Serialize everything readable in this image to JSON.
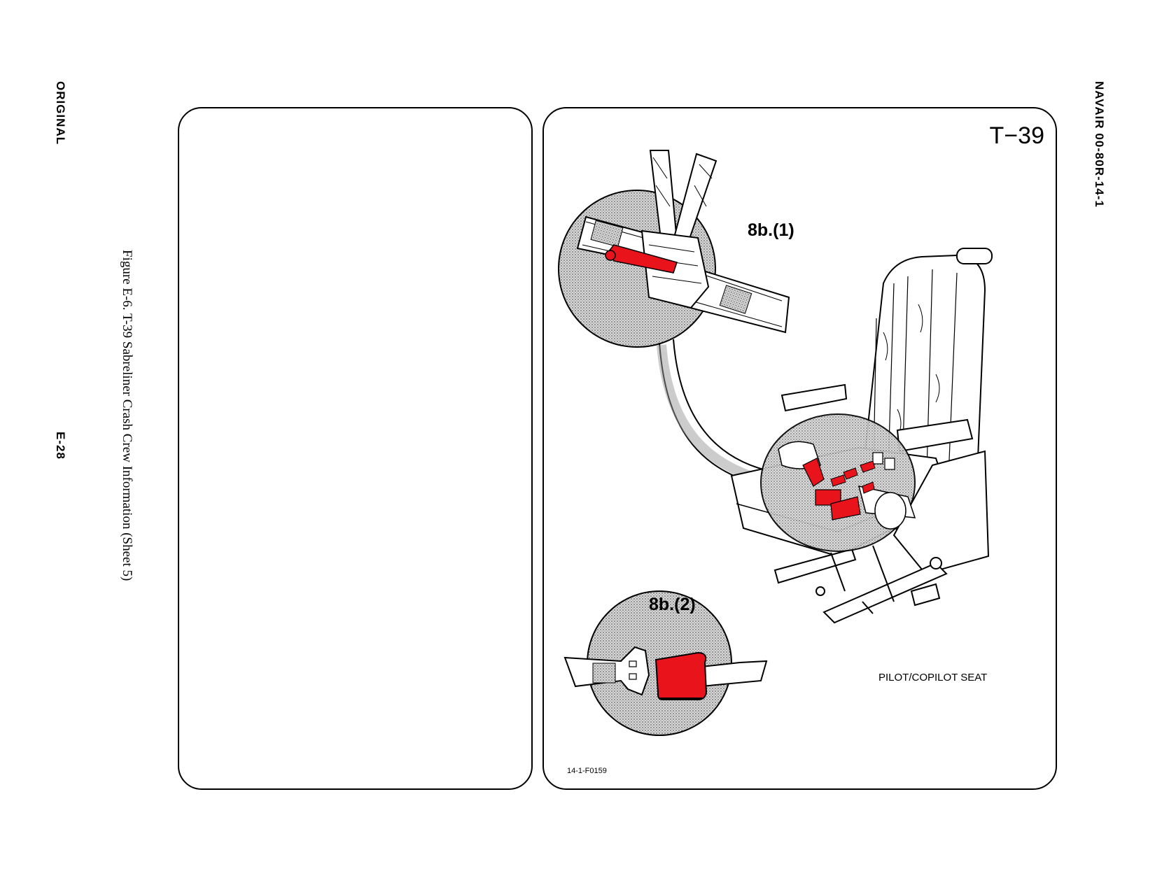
{
  "page": {
    "left_header": "ORIGINAL",
    "right_header": "NAVAIR 00-80R-14-1",
    "page_number": "E-28",
    "figure_caption": "Figure E-6.  T-39 Sabreliner Crash Crew Information (Sheet 5)"
  },
  "figure": {
    "aircraft_label": "T−39",
    "callout_1": "8b.(1)",
    "callout_2": "8b.(2)",
    "seat_label": "PILOT/COPILOT SEAT",
    "figure_id": "14-1-F0159",
    "colors": {
      "highlight": "#e8131b",
      "stipple": "#b8b8b8",
      "line": "#000000"
    }
  }
}
